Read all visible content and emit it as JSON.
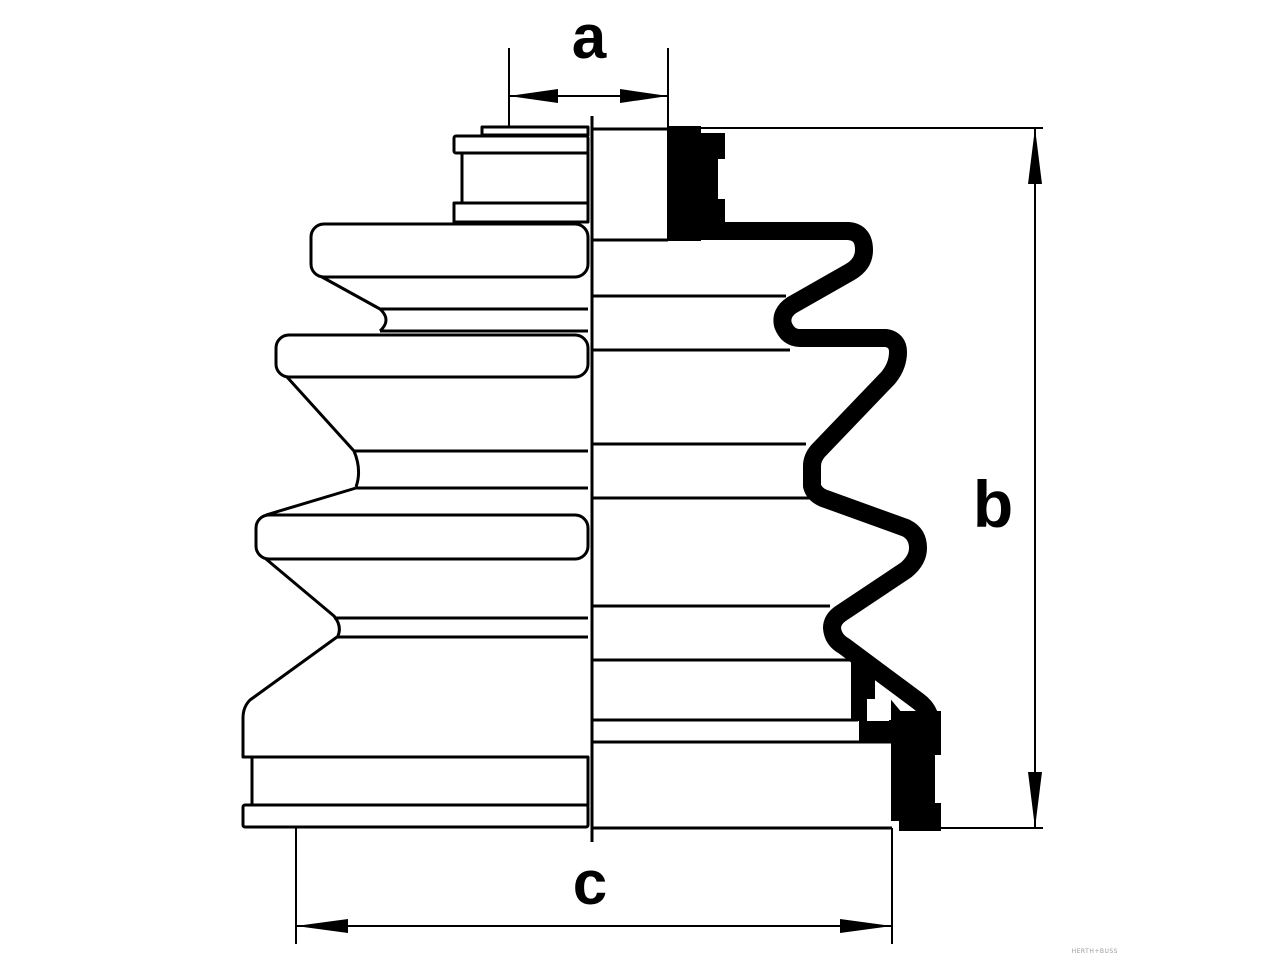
{
  "diagram": {
    "labels": {
      "a": "a",
      "b": "b",
      "c": "c"
    },
    "watermark": "HERTH+BUSS",
    "colors": {
      "line": "#000000",
      "background": "#ffffff",
      "watermark": "#9a9a9a"
    }
  }
}
